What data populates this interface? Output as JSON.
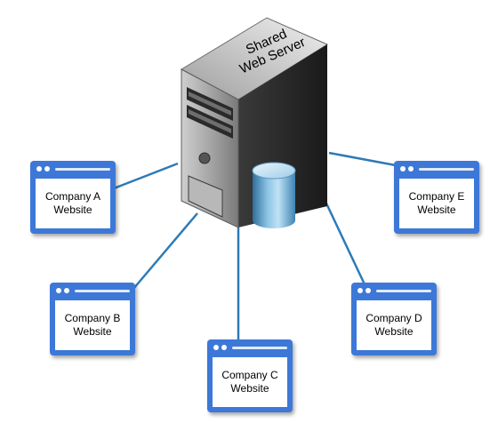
{
  "server": {
    "label_line1": "Shared",
    "label_line2": "Web Server",
    "icon": "server-with-database-icon"
  },
  "colors": {
    "link": "#2c7bb6",
    "window": "#3d78d8"
  },
  "sites": [
    {
      "line1": "Company A",
      "line2": "Website"
    },
    {
      "line1": "Company B",
      "line2": "Website"
    },
    {
      "line1": "Company C",
      "line2": "Website"
    },
    {
      "line1": "Company D",
      "line2": "Website"
    },
    {
      "line1": "Company E",
      "line2": "Website"
    }
  ]
}
